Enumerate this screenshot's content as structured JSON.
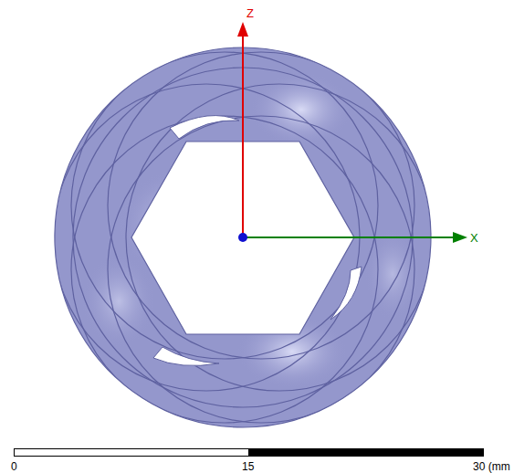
{
  "diagram": {
    "labels": [
      "Z",
      "X",
      "0",
      "15",
      "30 (mm"
    ]
  }
}
